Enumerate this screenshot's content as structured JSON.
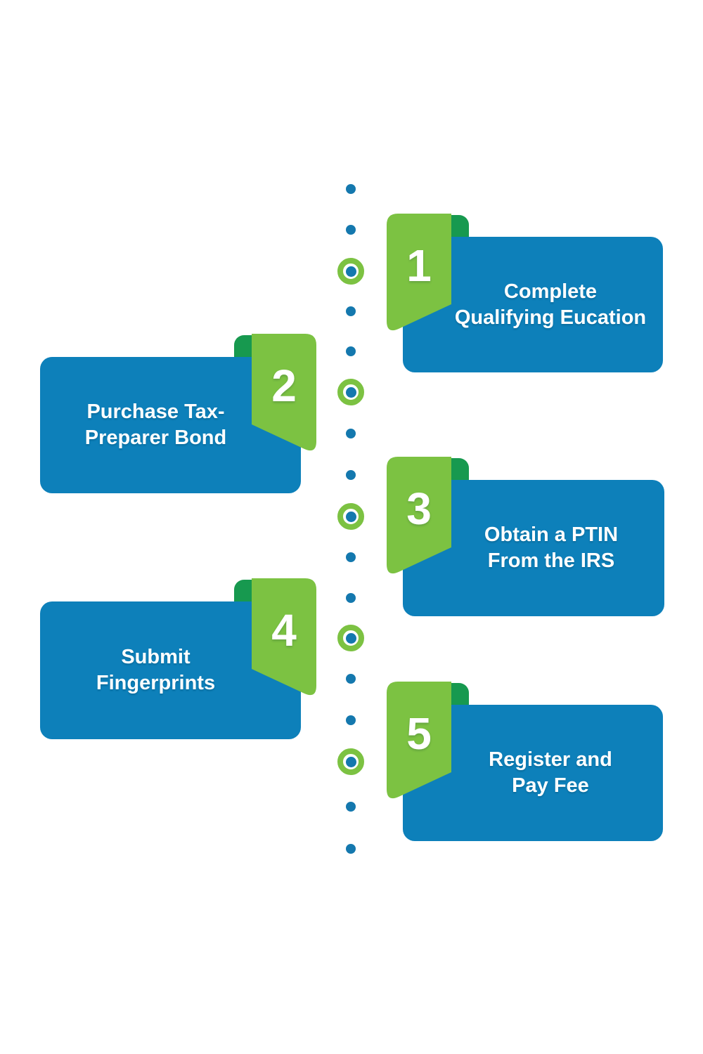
{
  "colors": {
    "card_blue": "#0D80BA",
    "ribbon_green": "#7CC242",
    "fold_green": "#17994F",
    "dot_blue": "#1478AE",
    "text_white": "#FFFFFF"
  },
  "steps": [
    {
      "number": "1",
      "title": "Complete\nQualifying Eucation",
      "side": "right"
    },
    {
      "number": "2",
      "title": "Purchase Tax-\nPreparer Bond",
      "side": "left"
    },
    {
      "number": "3",
      "title": "Obtain a PTIN\nFrom the IRS",
      "side": "right"
    },
    {
      "number": "4",
      "title": "Submit\nFingerprints",
      "side": "left"
    },
    {
      "number": "5",
      "title": "Register and\nPay Fee",
      "side": "right"
    }
  ],
  "timeline": {
    "ring_count": 5,
    "dot_count": 12
  }
}
